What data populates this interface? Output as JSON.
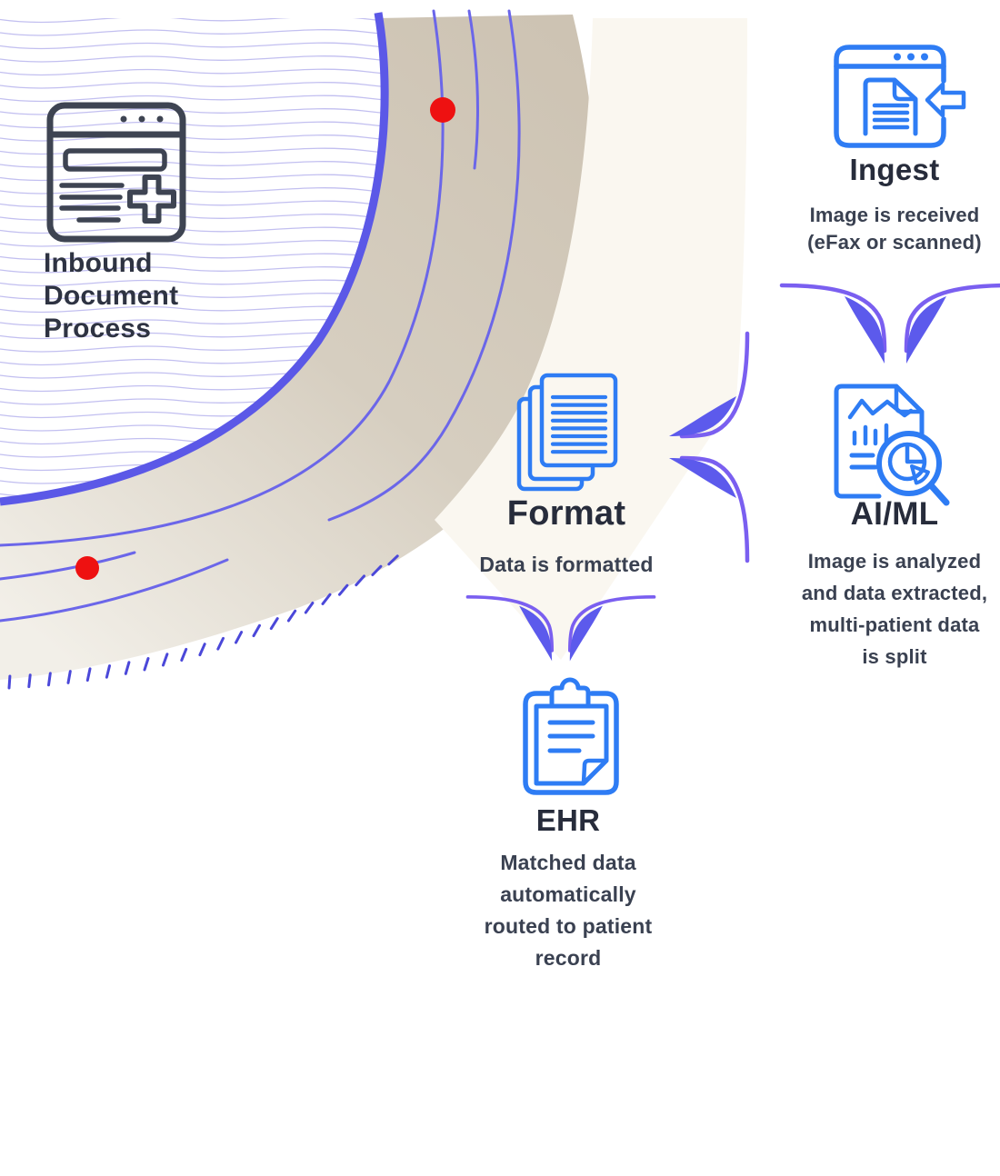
{
  "heading": {
    "lines": [
      "Inbound",
      "Document",
      "Process"
    ]
  },
  "stages": {
    "ingest": {
      "title": "Ingest",
      "subtitle_lines": [
        "Image is received",
        "(eFax or scanned)"
      ]
    },
    "aiml": {
      "title": "AI/ML",
      "subtitle_lines": [
        "Image is analyzed",
        "and data extracted,",
        "multi-patient data",
        "is split"
      ]
    },
    "format": {
      "title": "Format",
      "subtitle_lines": [
        "Data is formatted"
      ]
    },
    "ehr": {
      "title": "EHR",
      "subtitle_lines": [
        "Matched data",
        "automatically",
        "routed to patient",
        "record"
      ]
    }
  },
  "icons": {
    "inbound": "browser-window-with-medical-plus-icon",
    "ingest": "browser-receiving-document-icon",
    "aiml": "document-analytics-magnifier-icon",
    "format": "stacked-documents-icon",
    "ehr": "clipboard-record-icon",
    "flow": "converging-arrow-icon"
  },
  "colors": {
    "icon_blue": "#2e7cf4",
    "dark_icon": "#3e4452",
    "title_text": "#272c3b",
    "subtitle_text": "#3a4151",
    "arc_blue": "#5b58e7",
    "thin_arc_blue": "#6b66e9",
    "arrow_purple": "#7a5ff0",
    "arrow_wing_indigo": "#5c5aec",
    "ring_tan": "#cdc3b3",
    "cream_banner": "#faf7f0",
    "contour_line": "#b7b4ee",
    "red_dot": "#ee1111",
    "tick_blue": "#4b48d9"
  }
}
